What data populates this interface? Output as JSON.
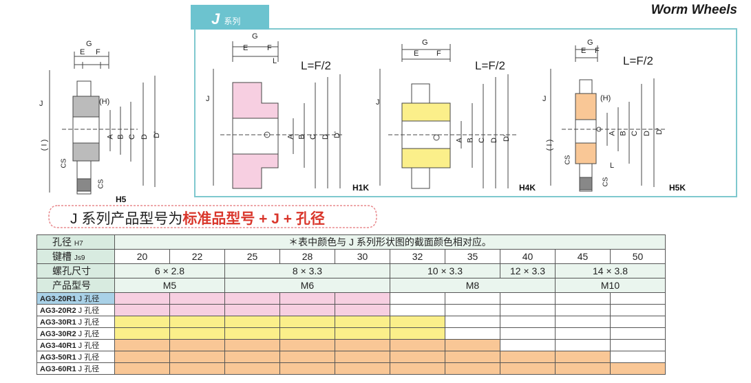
{
  "header": {
    "title": "Worm Wheels"
  },
  "series_tab": {
    "letter": "J",
    "label": "系列"
  },
  "diagrams": [
    {
      "code": "H5",
      "dims_top": [
        "G",
        "E",
        "F"
      ],
      "dims_right": [
        "A",
        "B",
        "C",
        "D",
        "D'"
      ],
      "left_labels": [
        "J",
        "( I )",
        "CS",
        "CS"
      ],
      "hub_label": "(H)"
    },
    {
      "code": "H1K",
      "dims_top": [
        "G",
        "E",
        "F",
        "L"
      ],
      "formula": "L=F/2",
      "dims_right": [
        "A",
        "B",
        "C",
        "D",
        "D'"
      ],
      "left_labels": [
        "J"
      ]
    },
    {
      "code": "H4K",
      "dims_top": [
        "G",
        "E",
        "F"
      ],
      "formula": "L=F/2",
      "dims_right": [
        "A",
        "B",
        "C",
        "D",
        "D'"
      ],
      "left_labels": [
        "J"
      ]
    },
    {
      "code": "H5K",
      "dims_top": [
        "G",
        "E",
        "F"
      ],
      "formula": "L=F/2",
      "dims_right": [
        "A",
        "B",
        "C",
        "D",
        "D'"
      ],
      "left_labels": [
        "J",
        "( I )",
        "CS",
        "CS"
      ],
      "hub_label": "(H)",
      "bottom_label": "L"
    }
  ],
  "banner": {
    "prefix": "J 系列产品型号为",
    "highlight": "标准品型号 + J + 孔径"
  },
  "table": {
    "row_headers": {
      "bore": "孔径",
      "bore_tol": "H7",
      "keyway": "键槽",
      "keyway_tol": "Js9",
      "screw": "螺孔尺寸",
      "model": "产品型号"
    },
    "note": "＊表中颜色与 J 系列形状图的截面颜色相对应。",
    "bores": [
      "20",
      "22",
      "25",
      "28",
      "30",
      "32",
      "35",
      "40",
      "45",
      "50"
    ],
    "screw_sizes": [
      "6 × 2.8",
      "8 × 3.3",
      "10 × 3.3",
      "12 × 3.3",
      "14 × 3.8"
    ],
    "models": [
      "M5",
      "M6",
      "M8",
      "M10"
    ],
    "products": [
      {
        "code": "AG3-20R1",
        "suffix": "J 孔径",
        "colors": [
          "pk",
          "pk",
          "pk",
          "pk",
          "pk",
          "wh",
          "wh",
          "wh",
          "wh",
          "wh"
        ]
      },
      {
        "code": "AG3-20R2",
        "suffix": "J 孔径",
        "colors": [
          "pk",
          "pk",
          "pk",
          "pk",
          "pk",
          "wh",
          "wh",
          "wh",
          "wh",
          "wh"
        ]
      },
      {
        "code": "AG3-30R1",
        "suffix": "J 孔径",
        "colors": [
          "yl",
          "yl",
          "yl",
          "yl",
          "yl",
          "yl",
          "wh",
          "wh",
          "wh",
          "wh"
        ]
      },
      {
        "code": "AG3-30R2",
        "suffix": "J 孔径",
        "colors": [
          "yl",
          "yl",
          "yl",
          "yl",
          "yl",
          "yl",
          "wh",
          "wh",
          "wh",
          "wh"
        ]
      },
      {
        "code": "AG3-40R1",
        "suffix": "J 孔径",
        "colors": [
          "or",
          "or",
          "or",
          "or",
          "or",
          "or",
          "or",
          "wh",
          "wh",
          "wh"
        ]
      },
      {
        "code": "AG3-50R1",
        "suffix": "J 孔径",
        "colors": [
          "or",
          "or",
          "or",
          "or",
          "or",
          "or",
          "or",
          "or",
          "or",
          "wh"
        ]
      },
      {
        "code": "AG3-60R1",
        "suffix": "J 孔径",
        "colors": [
          "or",
          "or",
          "or",
          "or",
          "or",
          "or",
          "or",
          "or",
          "or",
          "or"
        ]
      }
    ]
  },
  "colors": {
    "accent": "#6cc3cf",
    "pink": "#f7cfe1",
    "yellow": "#fbef8a",
    "orange": "#f9c796",
    "highlight_red": "#d9362b"
  }
}
